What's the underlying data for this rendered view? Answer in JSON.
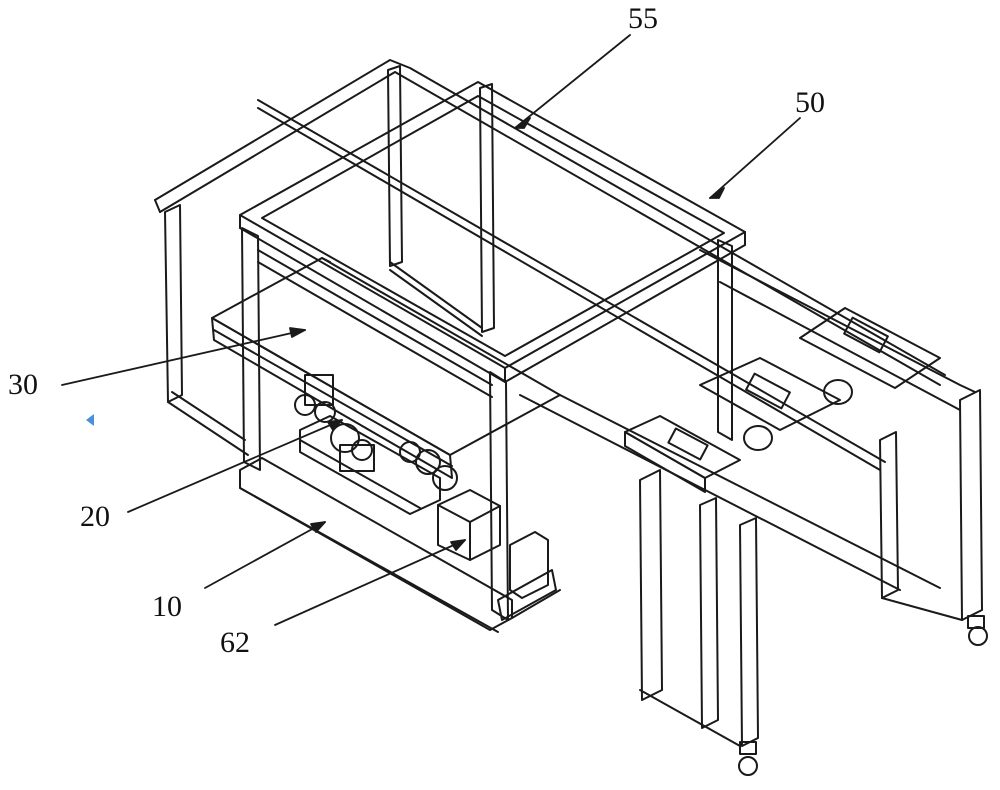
{
  "figure": {
    "labels": {
      "l55": "55",
      "l50": "50",
      "l30": "30",
      "l20": "20",
      "l10": "10",
      "l62": "62"
    }
  }
}
